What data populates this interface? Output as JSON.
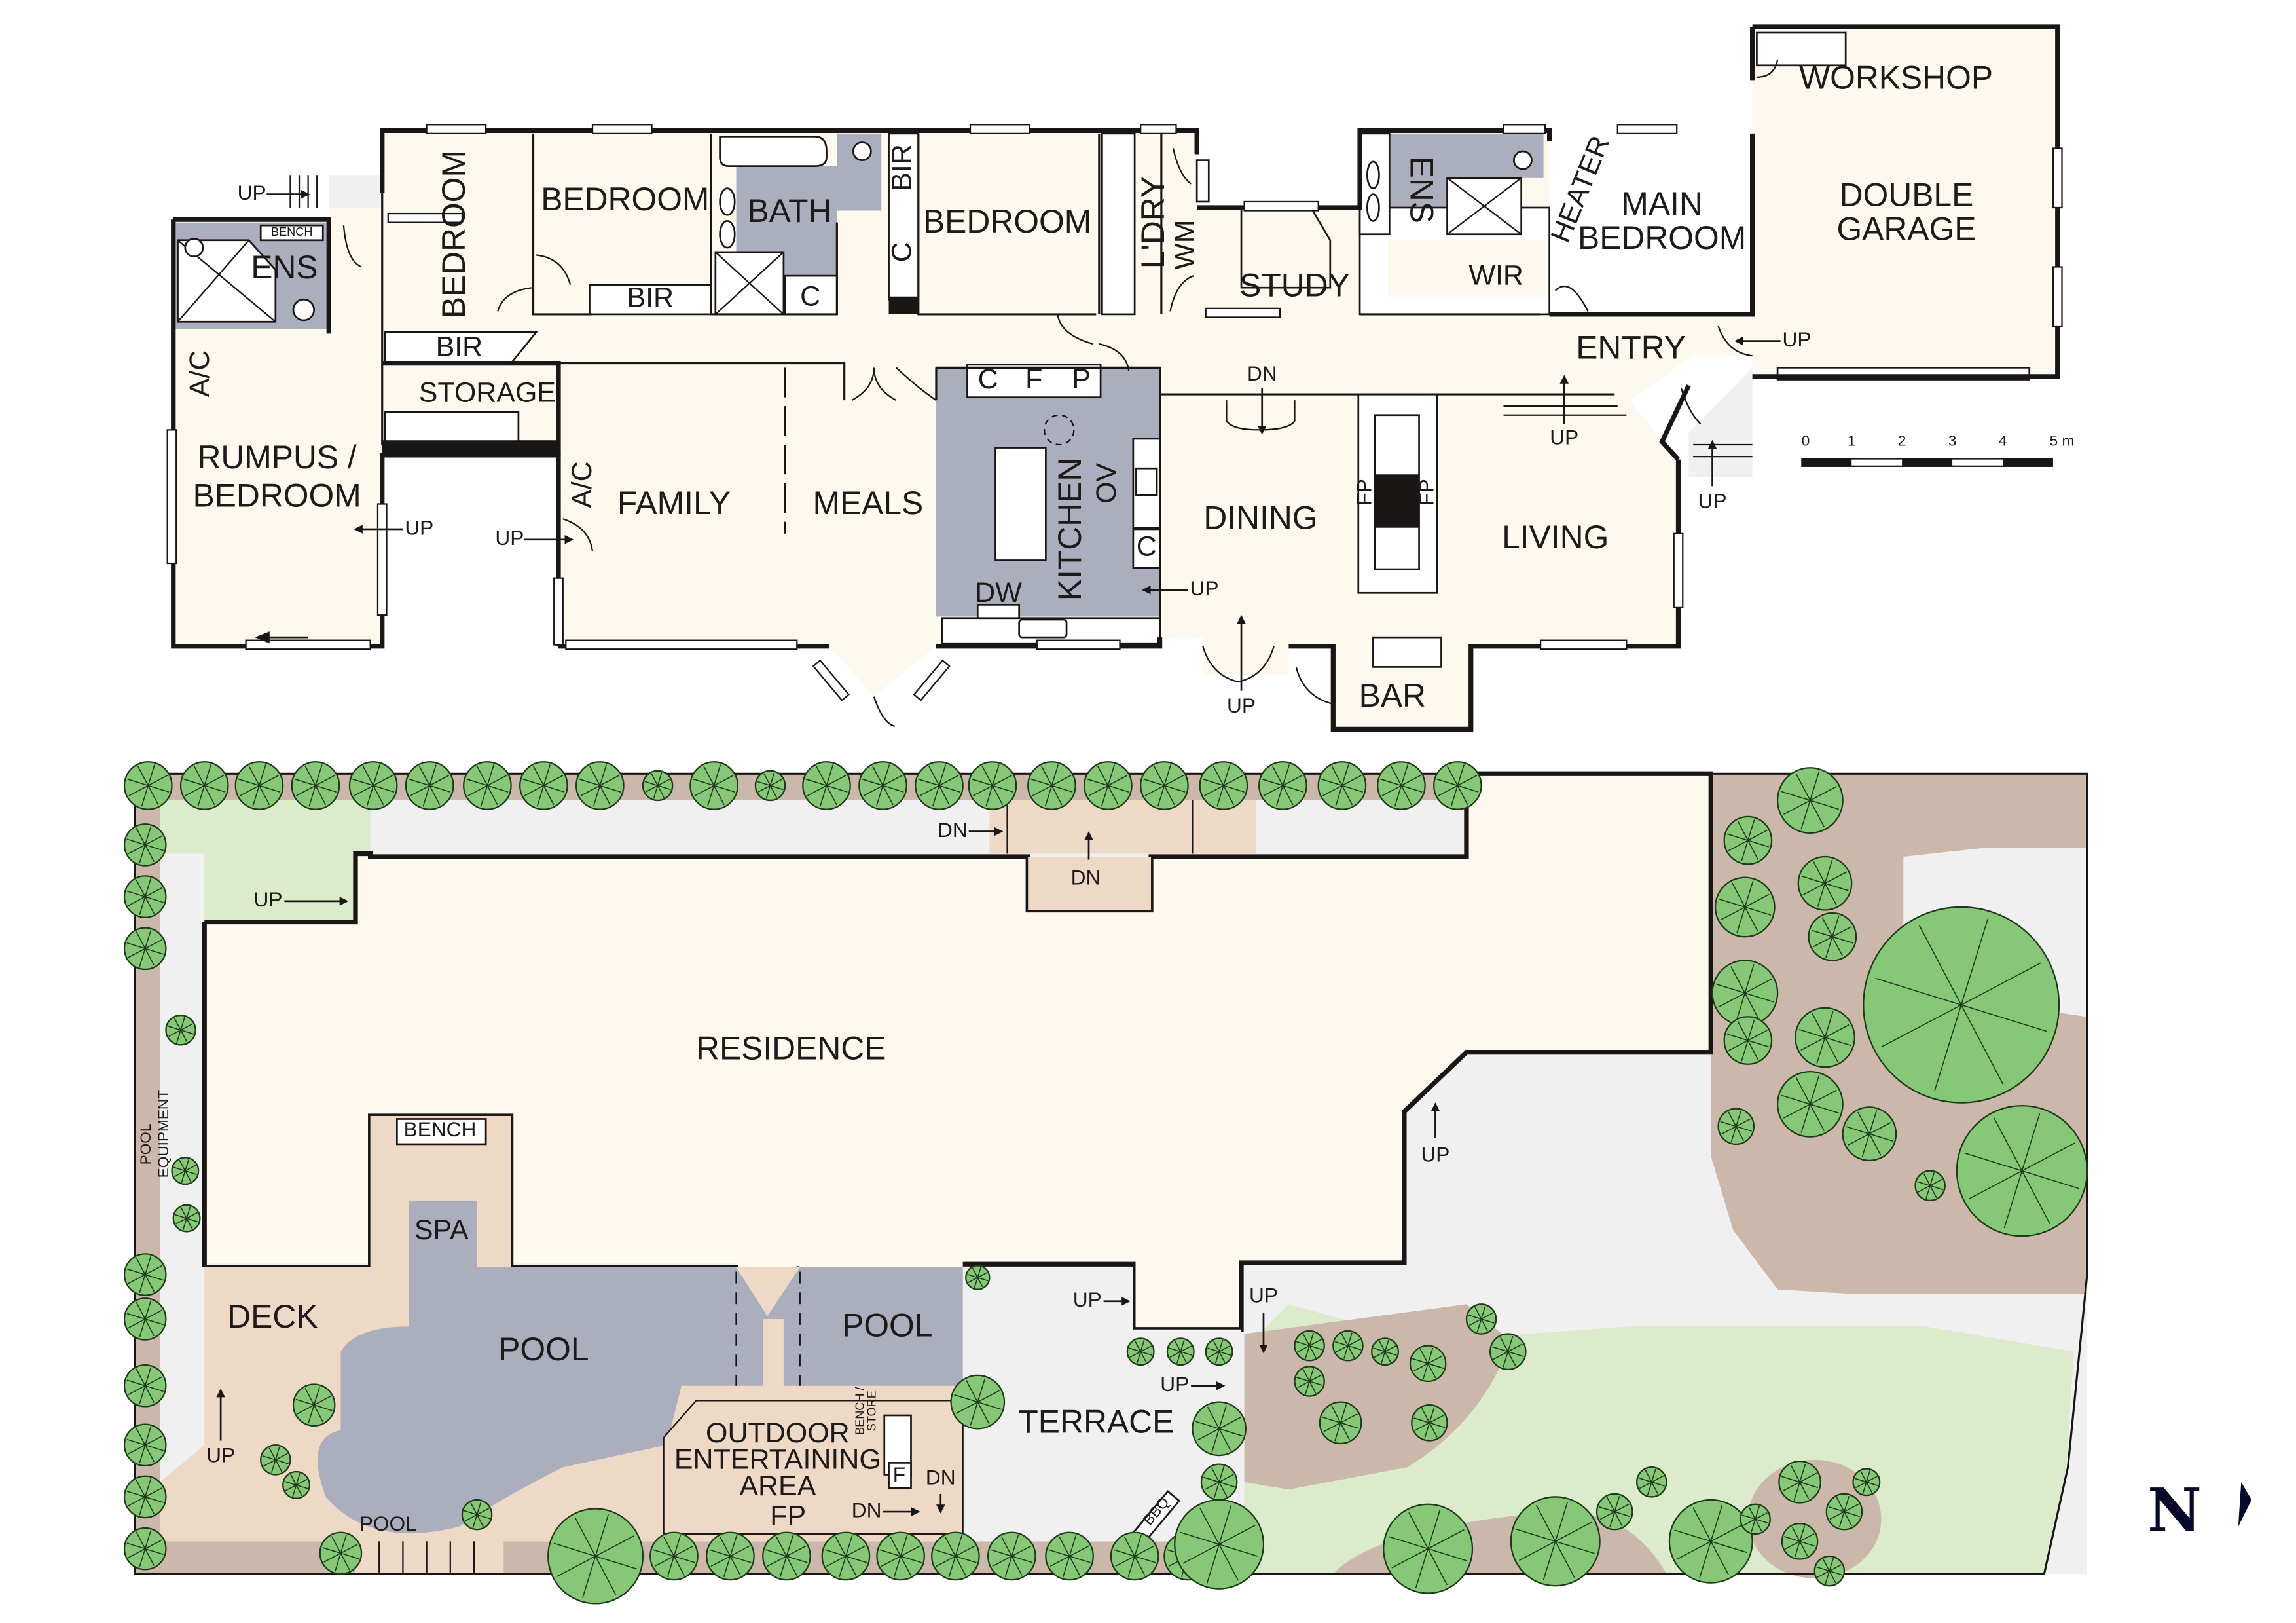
{
  "floor_plan": {
    "rooms": {
      "ens_left": "ENS",
      "bench_small": "BENCH",
      "bedroom_1": "BEDROOM",
      "bedroom_2": "BEDROOM",
      "bedroom_3": "BEDROOM",
      "bath": "BATH",
      "bir_1": "BIR",
      "bir_2": "BIR",
      "bir_3": "BIR",
      "cupboard_bath": "C",
      "cupboard_bed3": "C",
      "storage": "STORAGE",
      "rumpus": "RUMPUS /",
      "rumpus_2": "BEDROOM",
      "ac_1": "A/C",
      "ac_2": "A/C",
      "family": "FAMILY",
      "meals": "MEALS",
      "kitchen": "KITCHEN",
      "kitchen_ov": "OV",
      "kitchen_c": "C",
      "kitchen_f": "F",
      "kitchen_p": "P",
      "kitchen_c2": "C",
      "kitchen_dw": "DW",
      "laundry": "L'DRY",
      "laundry_wm": "WM",
      "study": "STUDY",
      "ens_main": "ENS",
      "wir": "WIR",
      "heater": "HEATER",
      "main_bedroom_1": "MAIN",
      "main_bedroom_2": "BEDROOM",
      "workshop": "WORKSHOP",
      "garage_1": "DOUBLE",
      "garage_2": "GARAGE",
      "entry": "ENTRY",
      "dining": "DINING",
      "living": "LIVING",
      "fp_1": "FP",
      "fp_2": "FP",
      "bar": "BAR"
    },
    "stair_labels": {
      "up_ens": "UP",
      "up_rumpus": "UP",
      "up_family": "UP",
      "up_kitchen": "UP",
      "dn_dining": "DN",
      "up_dining_door": "UP",
      "up_living": "UP",
      "up_entry_garage": "UP",
      "up_front": "UP"
    }
  },
  "scale_bar": {
    "ticks": [
      "0",
      "1",
      "2",
      "3",
      "4",
      "5 m"
    ]
  },
  "site_plan": {
    "labels": {
      "residence": "RESIDENCE",
      "bench": "BENCH",
      "spa": "SPA",
      "deck": "DECK",
      "pool_main": "POOL",
      "pool_right": "POOL",
      "pool_curve": "POOL",
      "pool_equipment_1": "POOL",
      "pool_equipment_2": "EQUIPMENT",
      "outdoor_1": "OUTDOOR",
      "outdoor_2": "ENTERTAINING",
      "outdoor_3": "AREA",
      "outdoor_fp": "FP",
      "bench_store_1": "BENCH /",
      "bench_store_2": "STORE",
      "fridge": "F",
      "terrace": "TERRACE",
      "bbq": "BBQ"
    },
    "stair_labels": {
      "up_left_lawn": "UP",
      "dn_top": "DN",
      "dn_top_2": "DN",
      "up_deck": "UP",
      "up_right": "UP",
      "up_terrace_1": "UP",
      "up_terrace_2": "UP",
      "up_terrace_3": "UP",
      "dn_outdoor_1": "DN",
      "dn_outdoor_2": "DN"
    }
  },
  "north_arrow": {
    "label": "N"
  },
  "colors": {
    "floor": "#fdf9ee",
    "wet_area": "#aaaebd",
    "paving": "#f0f0f1",
    "mulch": "#cbb8ab",
    "lawn": "#dcebcb",
    "deck": "#eed9c7",
    "tree": "#86c878",
    "wall": "#1a1616",
    "north": "#06092a"
  }
}
